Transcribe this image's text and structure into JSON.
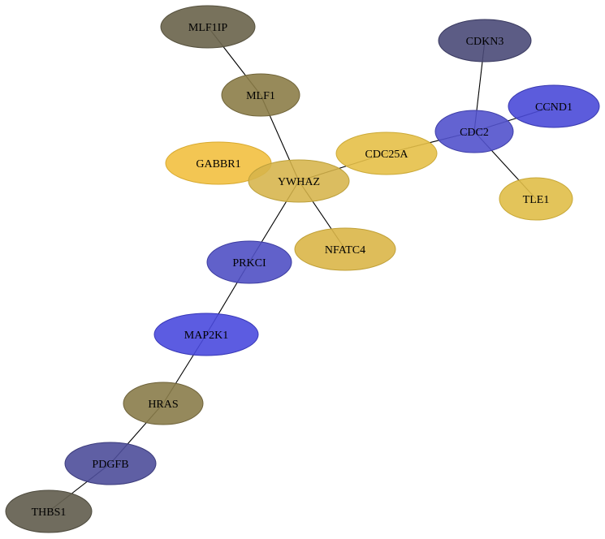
{
  "nodes": [
    {
      "id": "MLF1IP",
      "label": "MLF1IP",
      "fill": "#6c664e",
      "stroke": "#56513e",
      "opacity": 0.92
    },
    {
      "id": "MLF1",
      "label": "MLF1",
      "fill": "#8c7d48",
      "stroke": "#6f6338",
      "opacity": 0.9
    },
    {
      "id": "CDKN3",
      "label": "CDKN3",
      "fill": "#4a4a78",
      "stroke": "#3a3a60",
      "opacity": 0.9
    },
    {
      "id": "CCND1",
      "label": "CCND1",
      "fill": "#4a4ad8",
      "stroke": "#3a3ab0",
      "opacity": 0.9
    },
    {
      "id": "CDC2",
      "label": "CDC2",
      "fill": "#5252cc",
      "stroke": "#3e3ea8",
      "opacity": 0.9
    },
    {
      "id": "GABBR1",
      "label": "GABBR1",
      "fill": "#f2c040",
      "stroke": "#d8aa30",
      "opacity": 0.9
    },
    {
      "id": "CDC25A",
      "label": "CDC25A",
      "fill": "#e6c048",
      "stroke": "#ccaa38",
      "opacity": 0.9
    },
    {
      "id": "YWHAZ",
      "label": "YWHAZ",
      "fill": "#d6b44a",
      "stroke": "#bca03c",
      "opacity": 0.88
    },
    {
      "id": "TLE1",
      "label": "TLE1",
      "fill": "#e0be48",
      "stroke": "#c8a838",
      "opacity": 0.9
    },
    {
      "id": "NFATC4",
      "label": "NFATC4",
      "fill": "#dab648",
      "stroke": "#c0a038",
      "opacity": 0.9
    },
    {
      "id": "PRKCI",
      "label": "PRKCI",
      "fill": "#5050c4",
      "stroke": "#3c3ca0",
      "opacity": 0.9
    },
    {
      "id": "MAP2K1",
      "label": "MAP2K1",
      "fill": "#4a4ade",
      "stroke": "#3838b8",
      "opacity": 0.9
    },
    {
      "id": "HRAS",
      "label": "HRAS",
      "fill": "#8a7c4a",
      "stroke": "#6e623a",
      "opacity": 0.9
    },
    {
      "id": "PDGFB",
      "label": "PDGFB",
      "fill": "#4e4e9a",
      "stroke": "#3c3c7c",
      "opacity": 0.9
    },
    {
      "id": "THBS1",
      "label": "THBS1",
      "fill": "#646050",
      "stroke": "#4e4b3e",
      "opacity": 0.92
    }
  ],
  "edges": [
    {
      "source": "MLF1IP",
      "target": "MLF1"
    },
    {
      "source": "MLF1",
      "target": "YWHAZ"
    },
    {
      "source": "CDKN3",
      "target": "CDC2"
    },
    {
      "source": "CCND1",
      "target": "CDC2"
    },
    {
      "source": "CDC2",
      "target": "CDC25A"
    },
    {
      "source": "CDC2",
      "target": "TLE1"
    },
    {
      "source": "CDC25A",
      "target": "YWHAZ"
    },
    {
      "source": "YWHAZ",
      "target": "NFATC4"
    },
    {
      "source": "YWHAZ",
      "target": "PRKCI"
    },
    {
      "source": "PRKCI",
      "target": "MAP2K1"
    },
    {
      "source": "MAP2K1",
      "target": "HRAS"
    },
    {
      "source": "HRAS",
      "target": "PDGFB"
    },
    {
      "source": "PDGFB",
      "target": "THBS1"
    }
  ]
}
